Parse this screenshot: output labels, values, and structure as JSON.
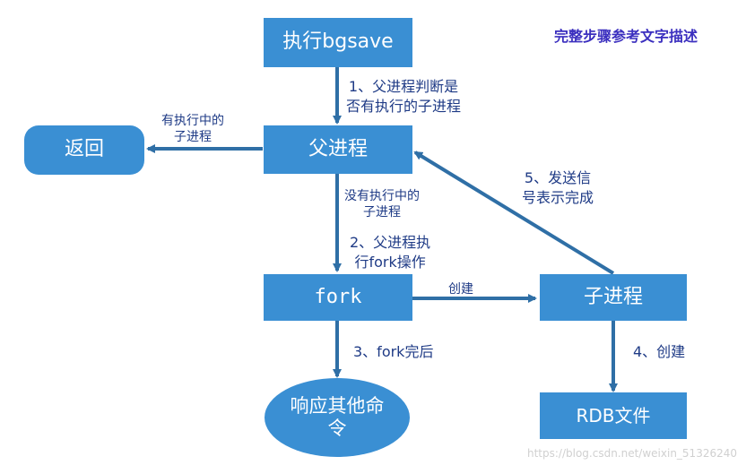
{
  "note": "完整步骤参考文字描述",
  "nodes": {
    "bgsave": "执行bgsave",
    "parent": "父进程",
    "return": "返回",
    "fork": "fork",
    "child": "子进程",
    "respond": "响应其他命令",
    "rdb": "RDB文件"
  },
  "edges": {
    "step1_line1": "1、父进程判断是",
    "step1_line2": "否有执行的子进程",
    "has_child_line1": "有执行中的",
    "has_child_line2": "子进程",
    "no_child_line1": "没有执行中的",
    "no_child_line2": "子进程",
    "step2_line1": "2、父进程执",
    "step2_line2": "行fork操作",
    "create": "创建",
    "step3": "3、fork完后",
    "step4": "4、创建",
    "step5_line1": "5、发送信",
    "step5_line2": "号表示完成"
  },
  "watermark": "https://blog.csdn.net/weixin_51326240",
  "colors": {
    "node_fill": "#3a8fd3",
    "edge": "#2f6fa6",
    "label_text": "#1f3b86",
    "note_text": "#3b2fbf"
  }
}
